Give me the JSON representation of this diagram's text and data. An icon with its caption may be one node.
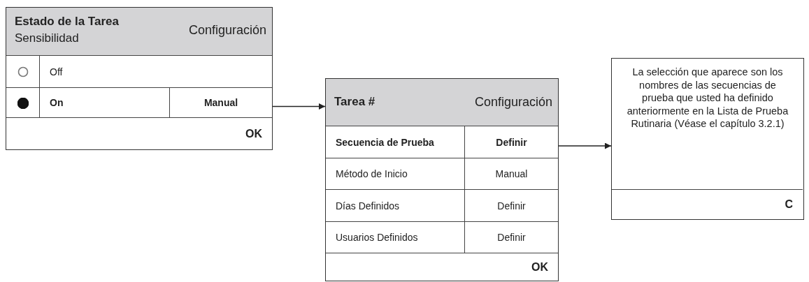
{
  "diagram": {
    "nodes": [
      {
        "text": [
          "Estado de la Tarea",
          "Sensibilidad",
          "Configuración"
        ]
      },
      {
        "text": [
          "Off"
        ],
        "in": 0
      },
      {
        "text": [
          "On"
        ],
        "in": 0
      },
      {
        "text": [
          "Manual"
        ],
        "in": 0
      },
      {
        "text": [
          "OK"
        ],
        "in": 0
      },
      {
        "text": [
          "Tarea #",
          "Configuración"
        ]
      },
      {
        "text": [
          "Secuencia de Prueba"
        ],
        "in": 5
      },
      {
        "text": [
          "Definir"
        ],
        "in": 5
      },
      {
        "text": [
          "Método de Inicio"
        ],
        "in": 5
      },
      {
        "text": [
          "Manual"
        ],
        "in": 5
      },
      {
        "text": [
          "Días Definidos"
        ],
        "in": 5
      },
      {
        "text": [
          "Definir"
        ],
        "in": 5
      },
      {
        "text": [
          "Usuarios Definidos"
        ],
        "in": 5
      },
      {
        "text": [
          "Definir"
        ],
        "in": 5
      },
      {
        "text": [
          "OK"
        ],
        "in": 5
      },
      {
        "text": [
          "La selección que aparece son los nombres de las secuencias de prueba que usted ha definido anteriormente en la Lista de Prueba Rutinaria (Véase el capítulo 3.2.1)"
        ]
      },
      {
        "text": [
          "C"
        ],
        "in": 15
      }
    ],
    "edges": [
      {
        "from": 3,
        "to": 5,
        "arrow": "to"
      },
      {
        "from": 7,
        "to": 15,
        "arrow": "to"
      }
    ]
  }
}
